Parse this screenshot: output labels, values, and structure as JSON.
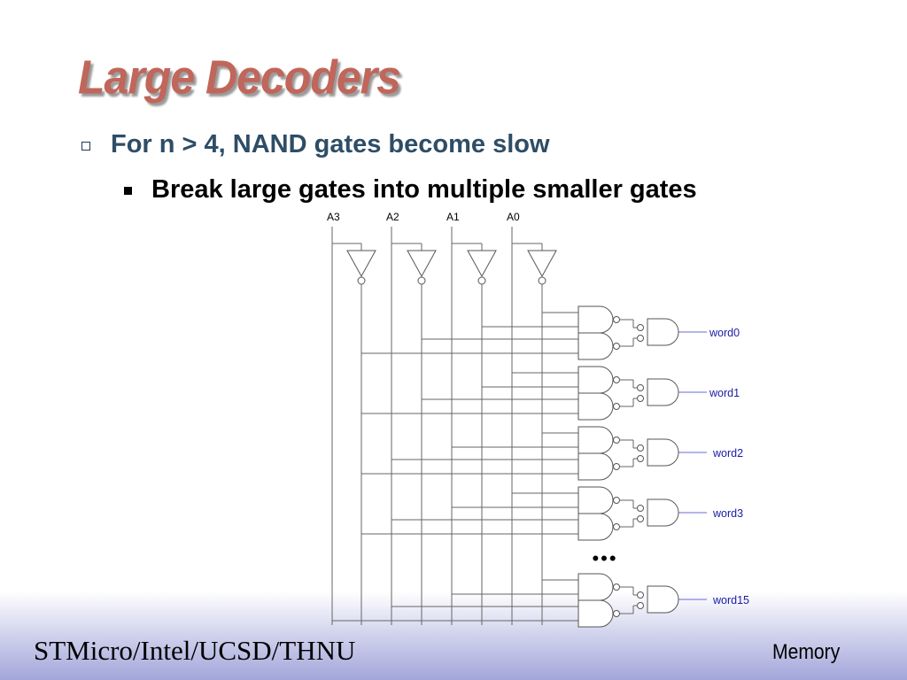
{
  "slide": {
    "title": "Large Decoders",
    "bullets": [
      "For n > 4, NAND gates become slow",
      "Break large gates into multiple smaller gates"
    ],
    "footer_left": "STMicro/Intel/UCSD/THNU",
    "footer_right": "Memory"
  },
  "diagram": {
    "inputs": [
      "A3",
      "A2",
      "A1",
      "A0"
    ],
    "outputs": [
      "word0",
      "word1",
      "word2",
      "word3",
      "word15"
    ],
    "ellipsis": "•••",
    "colors": {
      "title": "#c0665a",
      "bullet_text": "#2e4d66",
      "output_label": "#1a1aa8",
      "wire": "#666666"
    }
  }
}
